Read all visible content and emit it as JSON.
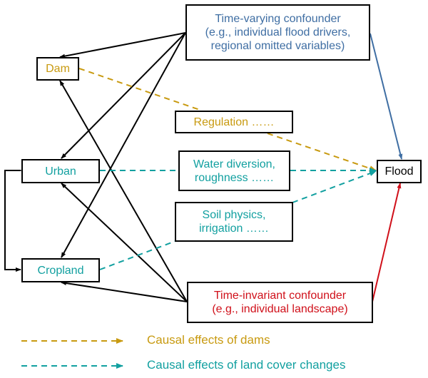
{
  "nodes": {
    "time_varying": "Time-varying confounder\n(e.g., individual flood drivers,\nregional omitted variables)",
    "dam": "Dam",
    "regulation": "Regulation ……",
    "urban": "Urban",
    "water_diversion": "Water diversion,\nroughness ……",
    "flood": "Flood",
    "soil_physics": "Soil physics,\nirrigation ……",
    "cropland": "Cropland",
    "time_invariant": "Time-invariant confounder\n(e.g., individual landscape)"
  },
  "edges": [
    {
      "from": "time_varying",
      "to": "dam",
      "style": "solid",
      "color": "black"
    },
    {
      "from": "time_varying",
      "to": "urban",
      "style": "solid",
      "color": "black"
    },
    {
      "from": "time_varying",
      "to": "cropland",
      "style": "solid",
      "color": "black"
    },
    {
      "from": "time_varying",
      "to": "flood",
      "style": "solid",
      "color": "blue"
    },
    {
      "from": "time_invariant",
      "to": "dam",
      "style": "solid",
      "color": "black"
    },
    {
      "from": "time_invariant",
      "to": "urban",
      "style": "solid",
      "color": "black"
    },
    {
      "from": "time_invariant",
      "to": "cropland",
      "style": "solid",
      "color": "black"
    },
    {
      "from": "time_invariant",
      "to": "flood",
      "style": "solid",
      "color": "red"
    },
    {
      "from": "urban",
      "to": "cropland",
      "style": "solid",
      "color": "black",
      "bidirectional": true
    },
    {
      "from": "dam",
      "to": "flood",
      "via": "regulation",
      "style": "dashed",
      "color": "gold"
    },
    {
      "from": "urban",
      "to": "flood",
      "via": "water_diversion",
      "style": "dashed",
      "color": "teal"
    },
    {
      "from": "cropland",
      "to": "flood",
      "via": "soil_physics",
      "style": "dashed",
      "color": "teal"
    }
  ],
  "legend": [
    {
      "label": "Causal effects of dams",
      "color": "gold",
      "style": "dashed-arrow"
    },
    {
      "label": "Causal effects of land cover changes",
      "color": "teal",
      "style": "dashed-arrow"
    }
  ],
  "colors": {
    "blue": "#3f6ea3",
    "gold": "#c89a10",
    "teal": "#12a0a0",
    "red": "#d0101a",
    "black": "#000000"
  }
}
